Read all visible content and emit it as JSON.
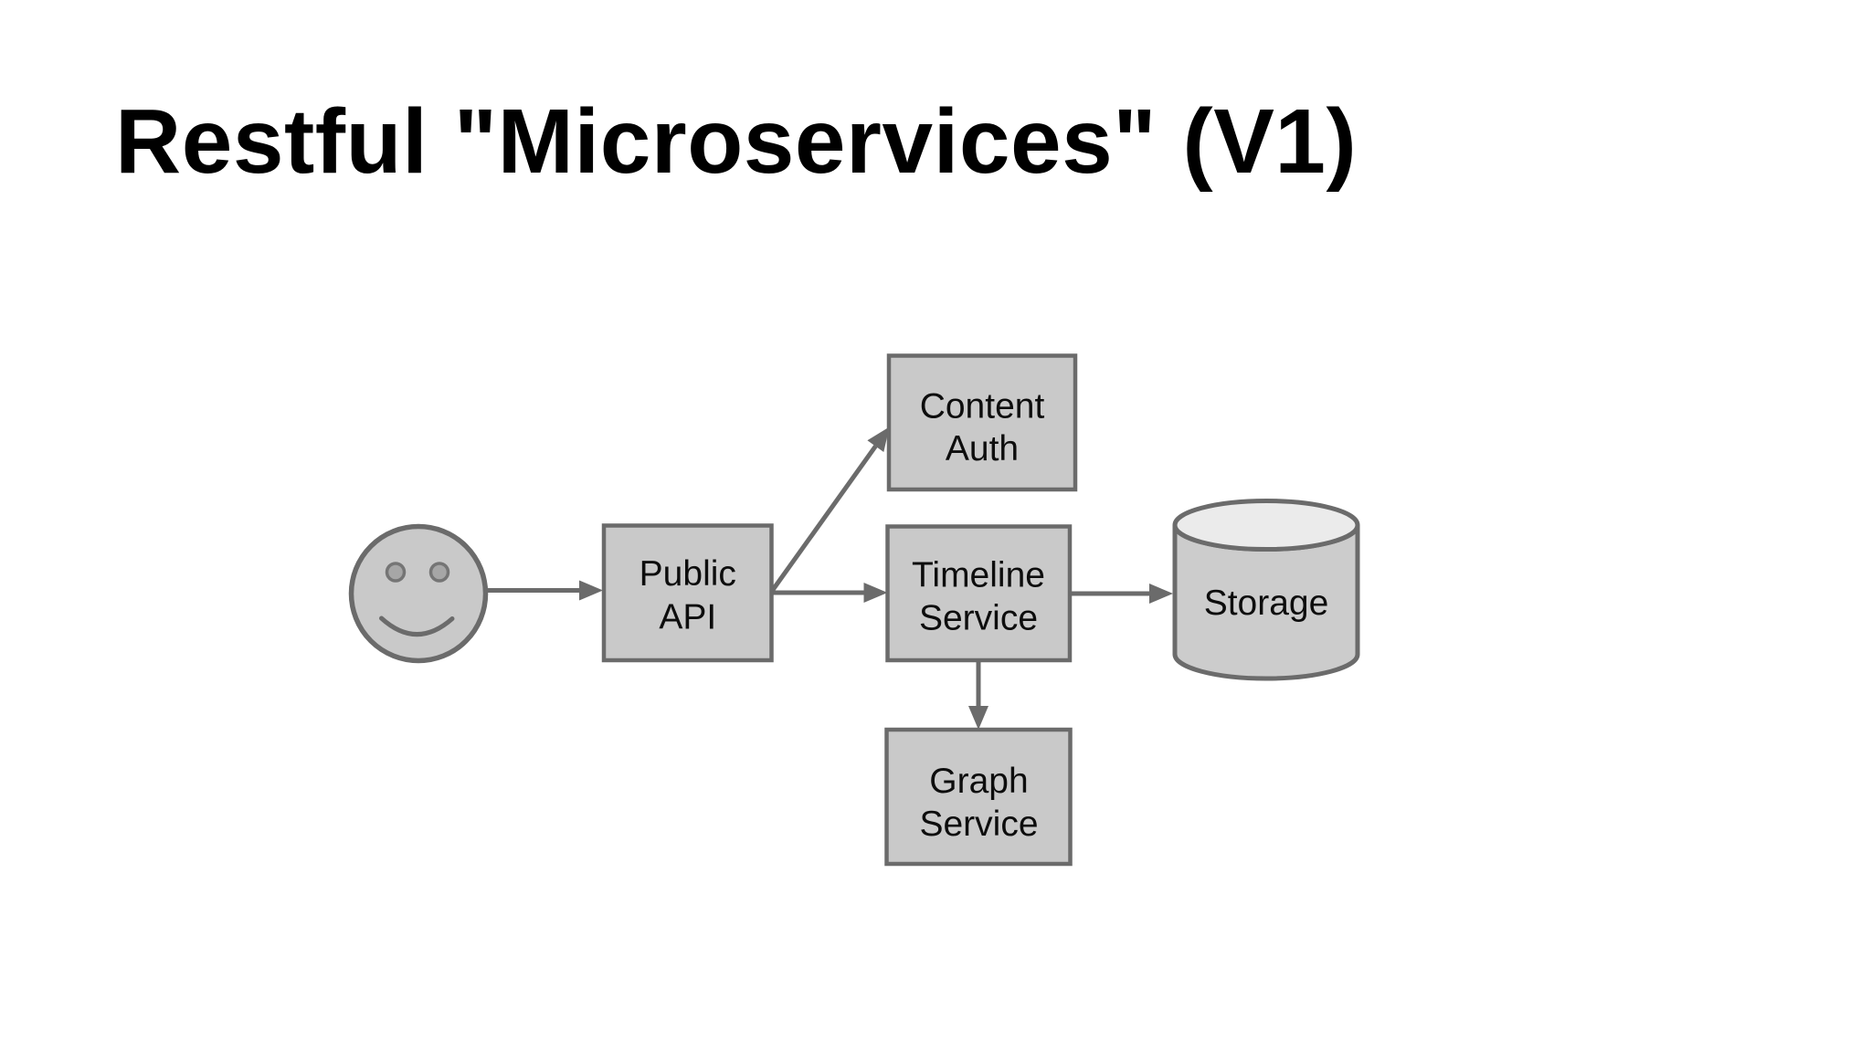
{
  "slide": {
    "title": "Restful \"Microservices\" (V1)",
    "background_color": "#ffffff",
    "title_color": "#000000"
  },
  "diagram": {
    "user": {
      "icon": "smiley-face-icon"
    },
    "nodes": {
      "public_api": {
        "line1": "Public",
        "line2": "API"
      },
      "content_auth": {
        "line1": "Content",
        "line2": "Auth"
      },
      "timeline_service": {
        "line1": "Timeline",
        "line2": "Service"
      },
      "graph_service": {
        "line1": "Graph",
        "line2": "Service"
      },
      "storage": {
        "label": "Storage"
      }
    },
    "edges": [
      {
        "from": "user",
        "to": "public_api"
      },
      {
        "from": "public_api",
        "to": "content_auth"
      },
      {
        "from": "public_api",
        "to": "timeline_service"
      },
      {
        "from": "timeline_service",
        "to": "storage"
      },
      {
        "from": "timeline_service",
        "to": "graph_service"
      }
    ],
    "colors": {
      "node_fill": "#c9c9c9",
      "node_stroke": "#6b6b6b",
      "arrow": "#6b6b6b",
      "label_text": "#0d0d0d",
      "cylinder_top_fill": "#ebebeb",
      "cylinder_body_fill": "#cccccc"
    }
  }
}
